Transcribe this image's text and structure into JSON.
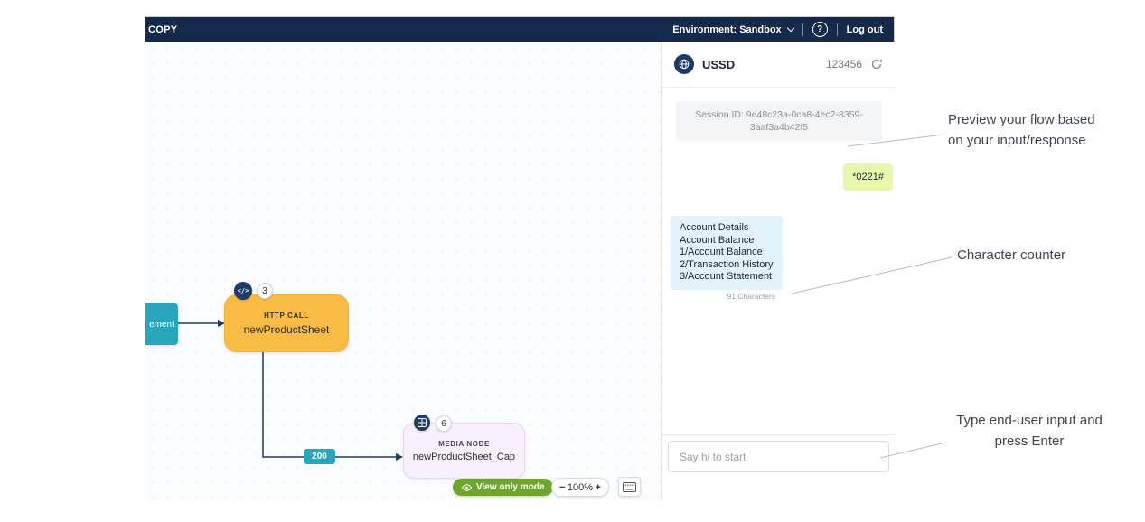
{
  "topbar": {
    "title": "COPY",
    "environment_label": "Environment: Sandbox",
    "help_label": "?",
    "logout_label": "Log out"
  },
  "canvas": {
    "left_node_label": "ement",
    "http_node": {
      "icon": "</>",
      "count": "3",
      "type_label": "HTTP CALL",
      "name": "newProductSheet"
    },
    "edge_label": "200",
    "media_node": {
      "count": "6",
      "type_label": "MEDIA NODE",
      "name": "newProductSheet_Cap"
    },
    "view_only_label": "View only mode",
    "zoom": {
      "out": "−",
      "level": "100%",
      "in": "+"
    }
  },
  "preview_panel": {
    "title": "USSD",
    "shortcode": "123456",
    "session_id": "Session ID: 9e48c23a-0ca8-4ec2-8359-3aaf3a4b42f5",
    "user_message": "*0221#",
    "bot_lines": [
      "Account Details",
      "Account Balance",
      "1/Account Balance",
      "2/Transaction History",
      "3/Account Statement"
    ],
    "char_counter": "91 Characters",
    "input_placeholder": "Say hi to start"
  },
  "annotations": {
    "preview_note": "Preview your flow based on your input/response",
    "char_counter_note": "Character counter",
    "input_note": "Type end-user input and press Enter"
  },
  "colors": {
    "topbar_bg": "#15294b",
    "node_teal": "#2aa6bc",
    "node_orange": "#f8bc45",
    "node_media_bg": "#f9f0fd",
    "user_bubble_bg": "#e6f8ab",
    "bot_bubble_bg": "#e2f3fb",
    "view_only_green": "#6fa52f",
    "edge_color": "#1e3a66"
  }
}
